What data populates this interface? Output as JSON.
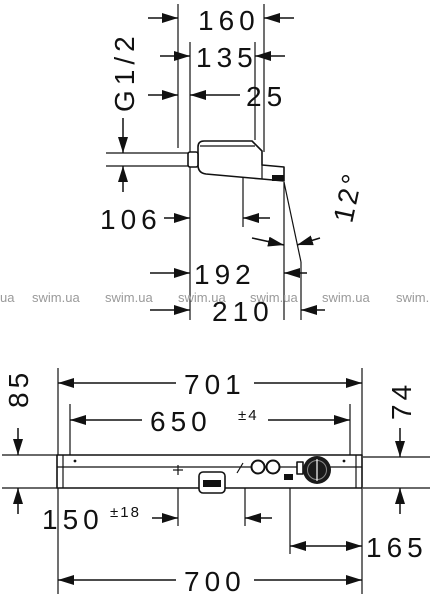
{
  "side_view": {
    "depth_overall": "160",
    "depth_body": "135",
    "depth_offset": "25",
    "thread": "G1/2",
    "depth_outlet": "106",
    "angle": "12°",
    "projection_spout": "192",
    "projection_max": "210"
  },
  "watermark": [
    "ua",
    "swim.ua",
    "swim.ua",
    "swim.ua",
    "swim.ua",
    "swim.ua",
    "swim."
  ],
  "front_view": {
    "height_left": "85",
    "width_top": "701",
    "spacing": "650",
    "spacing_tolerance": "±4",
    "height_right": "74",
    "offset_left": "150",
    "offset_left_tolerance": "±18",
    "offset_right": "165",
    "width_bottom": "700"
  },
  "colors": {
    "line": "#111111",
    "watermark": "#9a9a9a",
    "knob": "#1a1a1a",
    "background": "#ffffff"
  }
}
